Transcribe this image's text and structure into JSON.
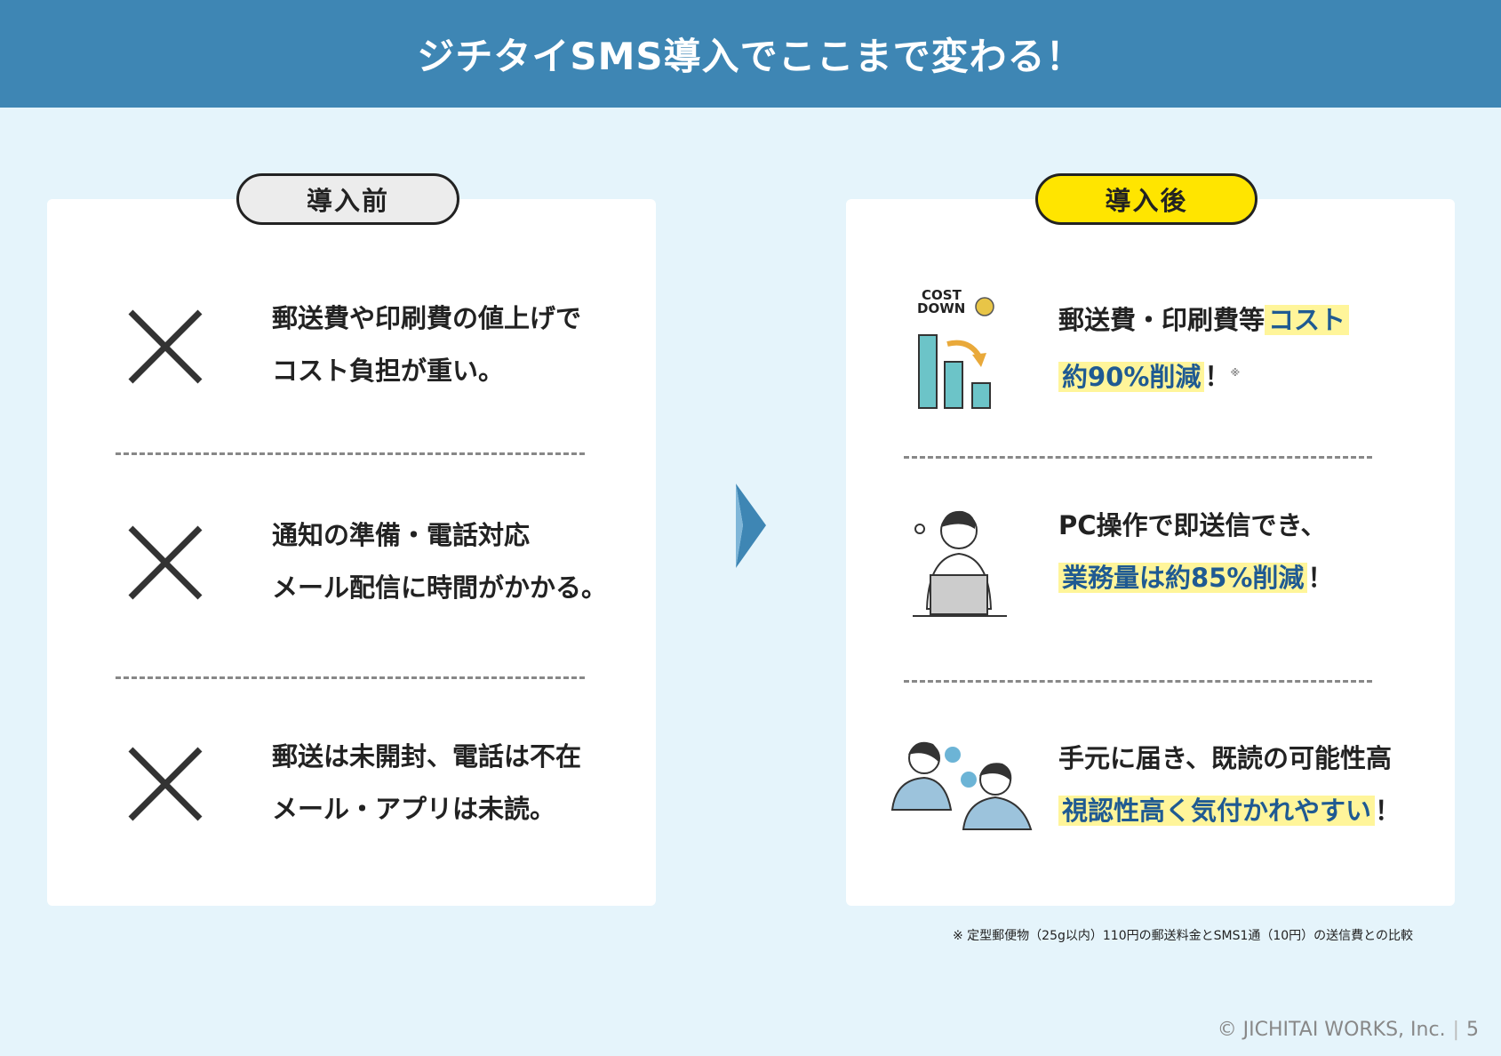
{
  "header": {
    "title": "ジチタイSMS導入でここまで変わる！"
  },
  "before": {
    "label": "導入前",
    "items": [
      {
        "line1": "郵送費や印刷費の値上げで",
        "line2": "コスト負担が重い。"
      },
      {
        "line1": "通知の準備・電話対応",
        "line2": "メール配信に時間がかかる。"
      },
      {
        "line1": "郵送は未開封、電話は不在",
        "line2": "メール・アプリは未読。"
      }
    ]
  },
  "after": {
    "label": "導入後",
    "items": [
      {
        "line1": "郵送費・印刷費等",
        "line1_hl": "コスト",
        "line2_hl": "約90%削減",
        "line2_end": "！",
        "mark": "※",
        "icon_text1": "COST",
        "icon_text2": "DOWN"
      },
      {
        "line1": "PC操作で即送信でき、",
        "line2_hl": "業務量は約85%削減",
        "line2_end": "！"
      },
      {
        "line1": "手元に届き、既読の可能性高",
        "line2_hl": "視認性高く気付かれやすい",
        "line2_end": "！"
      }
    ]
  },
  "footnote": "※ 定型郵便物（25g以内）110円の郵送料金とSMS1通（10円）の送信費との比較",
  "footer": {
    "copyright": "© JICHITAI WORKS, Inc.",
    "page": "5"
  },
  "colors": {
    "header": "#3e86b4",
    "background": "#e5f4fb",
    "highlight": "#fff59a",
    "accent_text": "#1f5a92",
    "after_pill": "#ffe500"
  }
}
